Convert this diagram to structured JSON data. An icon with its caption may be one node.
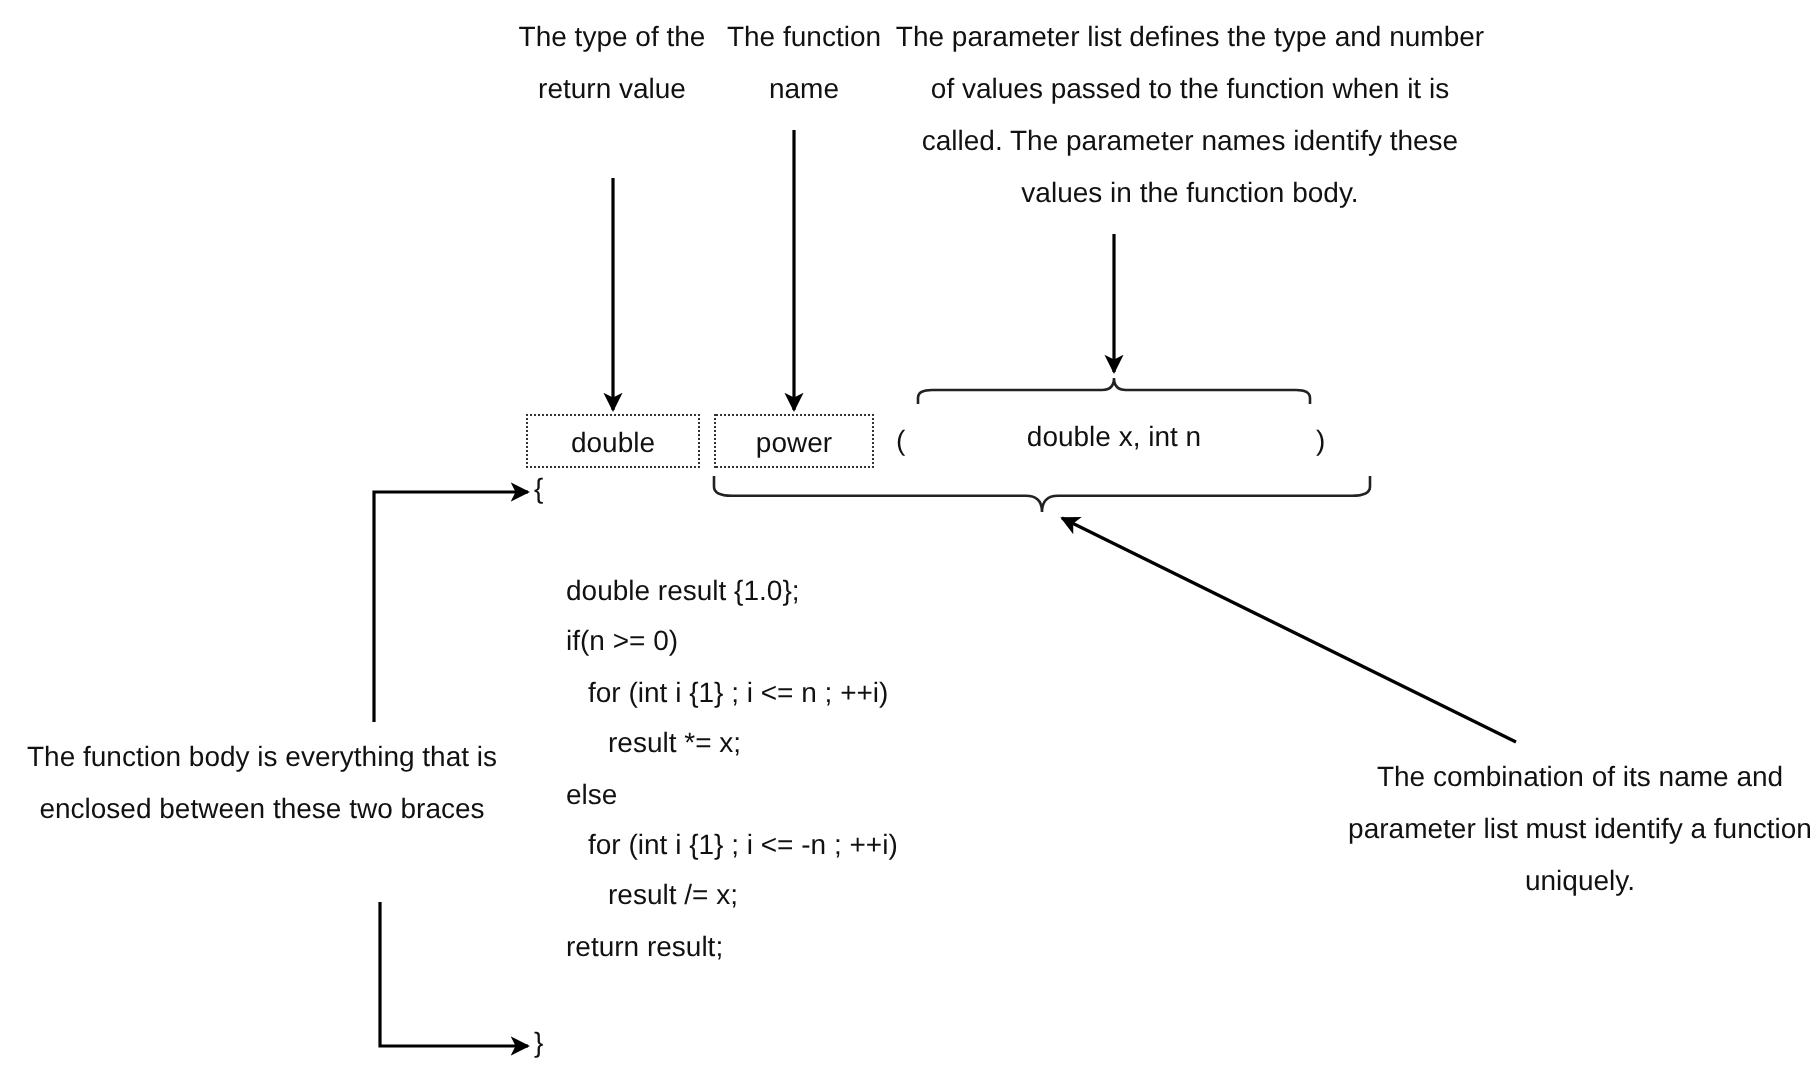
{
  "diagram": {
    "nodes": [
      {
        "text": [
          "The type of the return value"
        ]
      },
      {
        "text": [
          "The function name"
        ]
      },
      {
        "text": [
          "The parameter list defines the type and number of values passed to the function when it is called. The parameter names identify these values in the function body."
        ]
      },
      {
        "text": [
          "double"
        ]
      },
      {
        "text": [
          "power"
        ]
      },
      {
        "text": [
          "double x, int n"
        ]
      },
      {
        "text": [
          "{"
        ]
      },
      {
        "text": [],
        "shape": "brace"
      },
      {
        "text": [
          "The function body is everything that is enclosed between these two braces"
        ]
      },
      {
        "text": [
          "}"
        ]
      },
      {
        "text": [
          "The combination of its name and parameter list must identify a function uniquely."
        ]
      }
    ],
    "edges": [
      {
        "from": 0,
        "to": 3,
        "arrow": "to"
      },
      {
        "from": 1,
        "to": 4,
        "arrow": "to"
      },
      {
        "from": 2,
        "to": 5,
        "arrow": "to"
      },
      {
        "from": 10,
        "to": 7,
        "arrow": "to"
      },
      {
        "from": 8,
        "to": 6,
        "arrow": "to"
      },
      {
        "from": 8,
        "to": 9,
        "arrow": "to"
      }
    ],
    "labels": [
      "(",
      ")",
      "double result {1.0};",
      "if(n >= 0)",
      "for (int i {1} ; i <= n ; ++i)",
      "result *= x;",
      "else",
      "for (int i {1} ; i <= -n ; ++i)",
      "result /= x;",
      "return result;"
    ]
  }
}
